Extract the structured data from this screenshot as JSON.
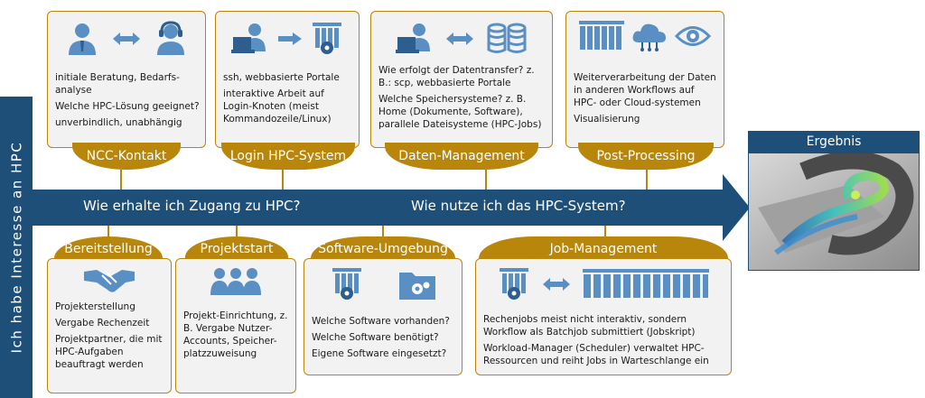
{
  "side_label": "Ich habe Interesse an HPC",
  "question_left": "Wie erhalte ich Zugang zu HPC?",
  "question_right": "Wie nutze ich das HPC-System?",
  "result_title": "Ergebnis",
  "colors": {
    "navy": "#1d4f79",
    "gold": "#b8860b",
    "icon_blue": "#5a8fc4",
    "card_bg": "#f2f2f2"
  },
  "top": [
    {
      "title": "NCC-Kontakt",
      "icons": [
        "user-icon",
        "double-arrow-icon",
        "headset-user-icon"
      ],
      "lines": [
        "initiale Beratung, Bedarfs-analyse",
        "Welche HPC-Lösung geeignet?",
        "unverbindlich, unabhängig"
      ]
    },
    {
      "title": "Login HPC-System",
      "icons": [
        "laptop-user-icon",
        "arrow-right-icon",
        "server-gear-icon"
      ],
      "lines": [
        "ssh, webbasierte Portale",
        "interaktive Arbeit auf Login-Knoten (meist Kommandozeile/Linux)"
      ]
    },
    {
      "title": "Daten-Management",
      "icons": [
        "laptop-user-icon",
        "double-arrow-icon",
        "database-icon"
      ],
      "lines": [
        "Wie erfolgt der Datentransfer? z. B.: scp, webbasierte Portale",
        "Welche Speichersysteme? z. B. Home (Dokumente, Software), parallele Dateisysteme (HPC-Jobs)"
      ]
    },
    {
      "title": "Post-Processing",
      "icons": [
        "server-rack-icon",
        "cloud-icon",
        "eye-icon"
      ],
      "lines": [
        "Weiterverarbeitung der Daten in anderen Workflows auf HPC- oder Cloud-systemen",
        "Visualisierung"
      ]
    }
  ],
  "bottom": [
    {
      "title": "Bereitstellung",
      "icons": [
        "handshake-icon"
      ],
      "lines": [
        "Projekterstellung",
        "Vergabe Rechenzeit",
        "Projektpartner, die mit HPC-Aufgaben beauftragt werden"
      ]
    },
    {
      "title": "Projektstart",
      "icons": [
        "group-icon"
      ],
      "lines": [
        "Projekt-Einrichtung, z. B. Vergabe Nutzer-Accounts, Speicher-platzzuweisung"
      ]
    },
    {
      "title": "Software-Umgebung",
      "icons": [
        "server-gear-icon",
        "folder-gear-icon"
      ],
      "lines": [
        "Welche Software vorhanden?",
        "Welche Software benötigt?",
        "Eigene Software eingesetzt?"
      ]
    },
    {
      "title": "Job-Management",
      "icons": [
        "server-gear-icon",
        "double-arrow-icon",
        "server-rack-icon"
      ],
      "lines": [
        "Rechenjobs meist nicht interaktiv, sondern Workflow als Batchjob submittiert (Jobskript)",
        "Workload-Manager (Scheduler) verwaltet HPC-Ressourcen und reiht Jobs in Warteschlange ein"
      ]
    }
  ]
}
